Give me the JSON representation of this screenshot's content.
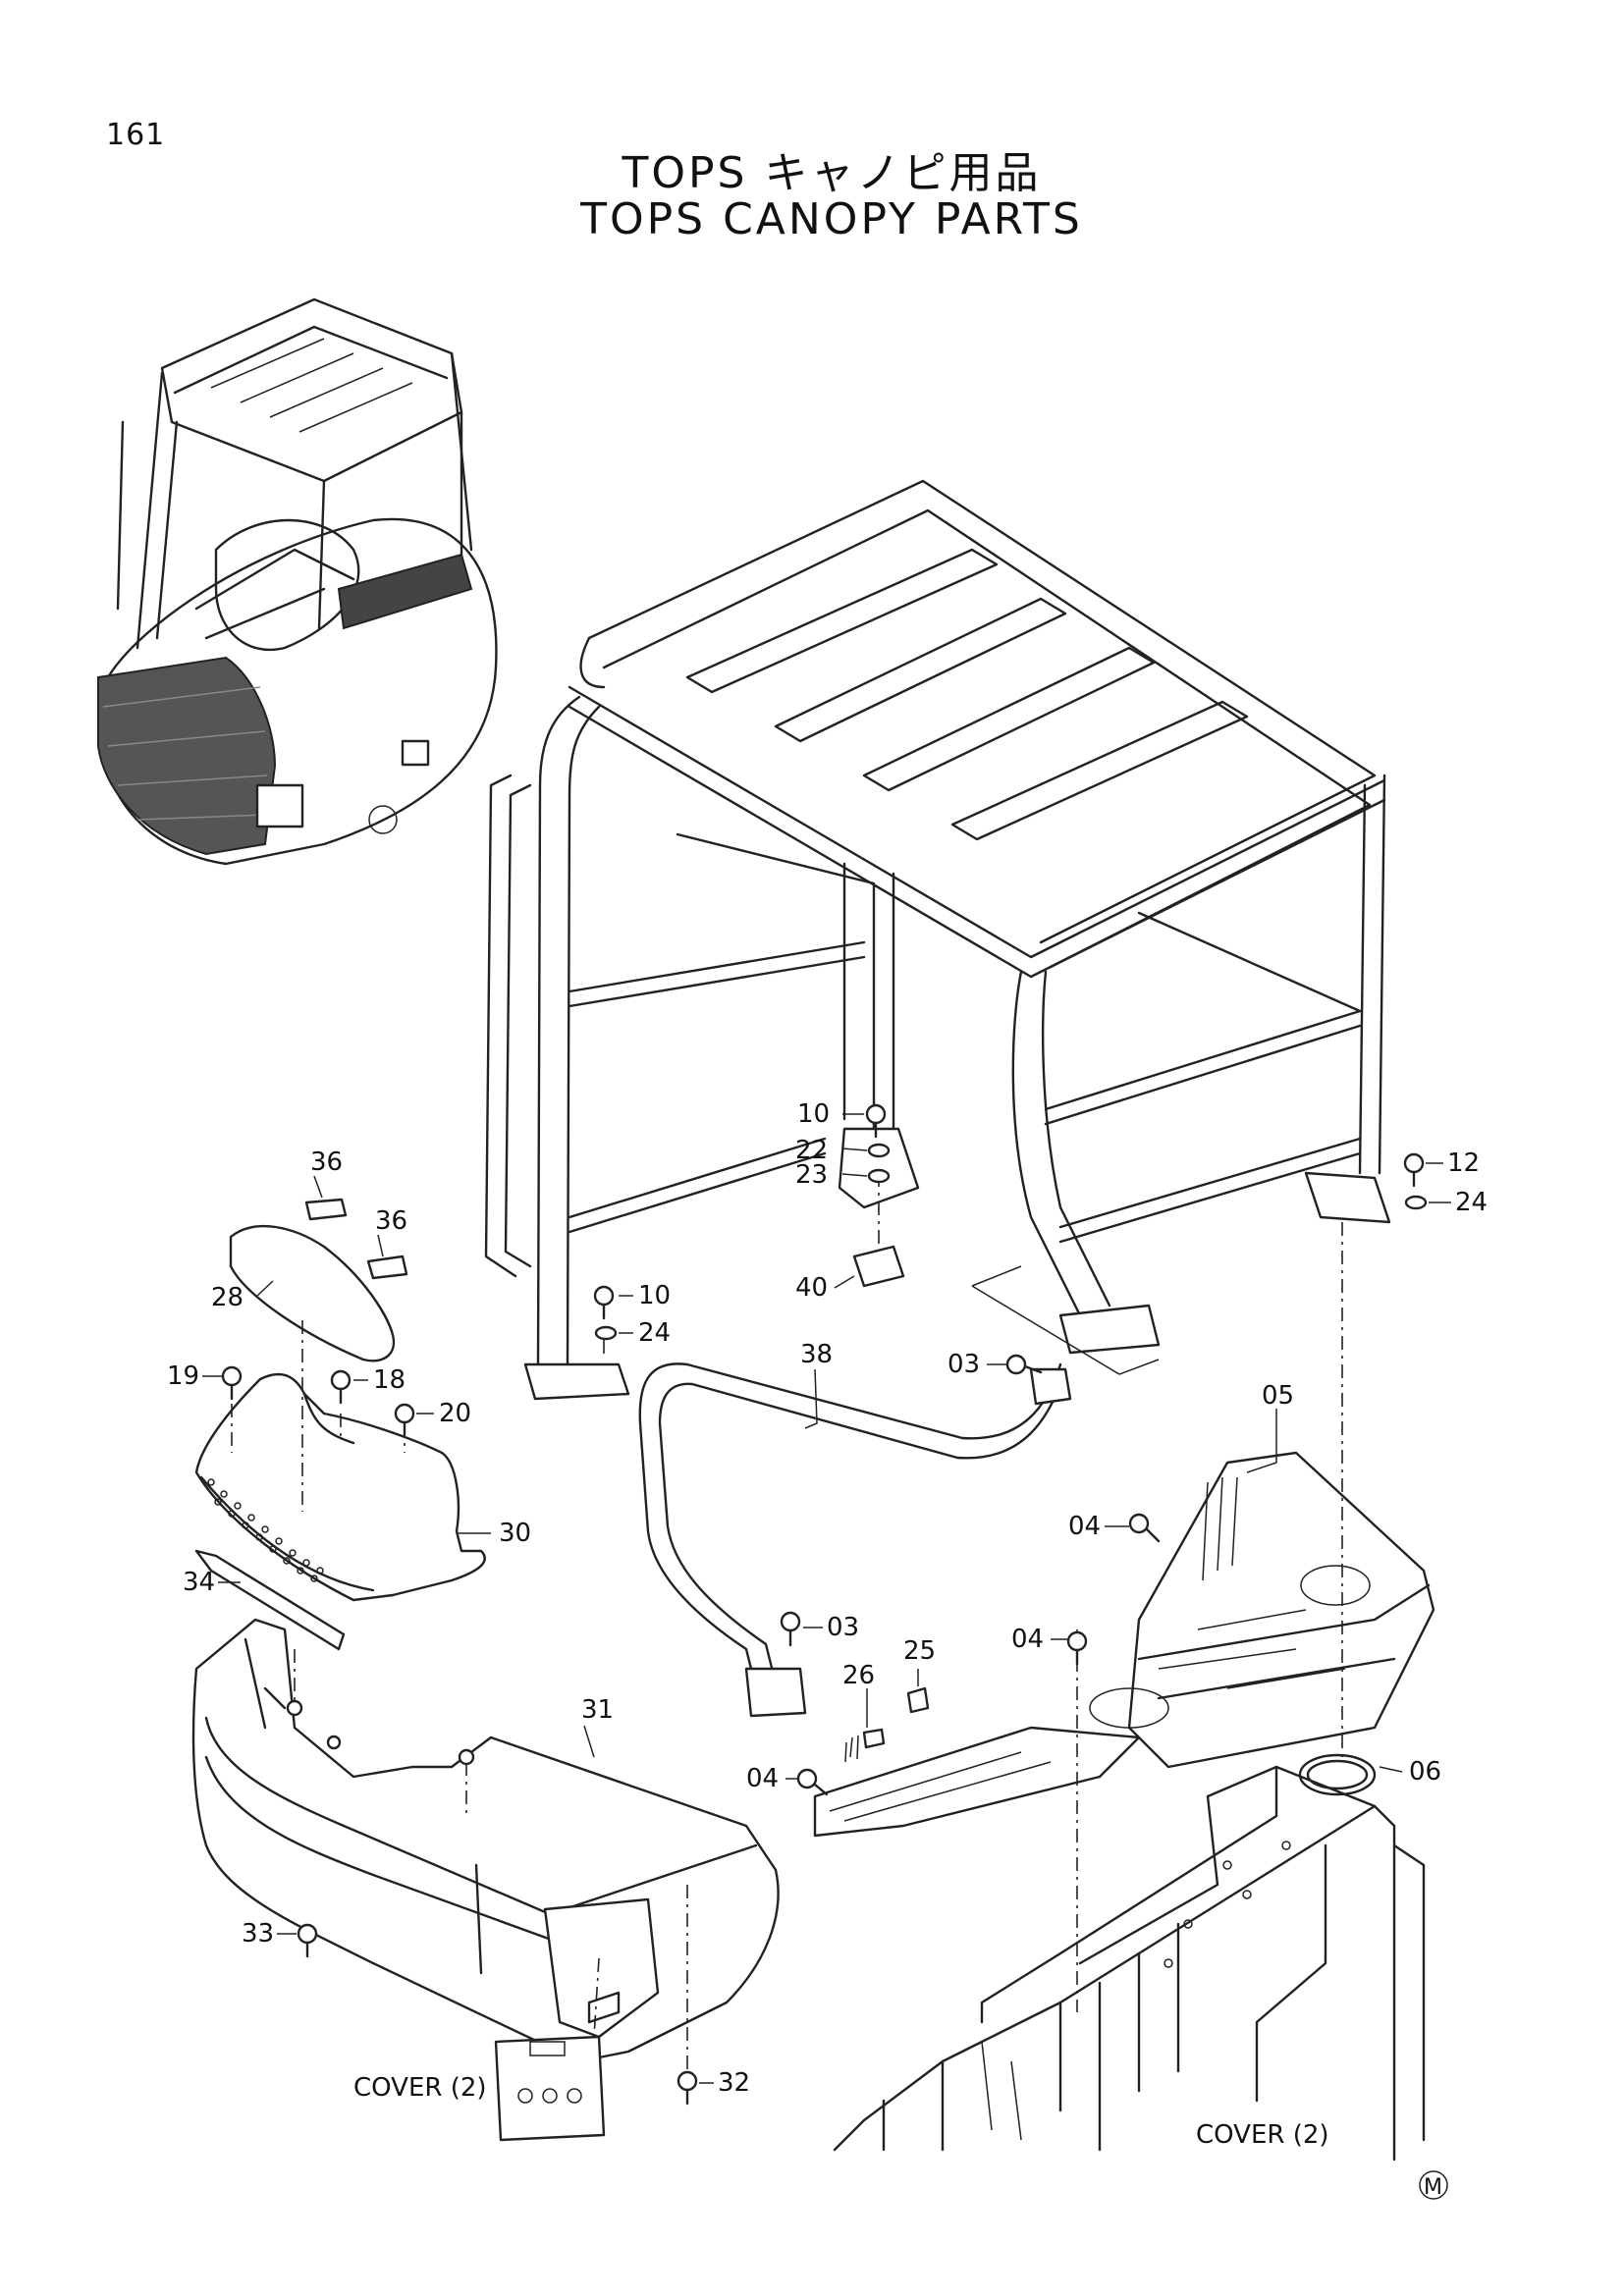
{
  "page_number": "161",
  "title_jp": "TOPS キャノピ用品",
  "title_en": "TOPS CANOPY PARTS",
  "callouts": {
    "c36a": "36",
    "c36b": "36",
    "c28": "28",
    "c19": "19",
    "c18": "18",
    "c20": "20",
    "c30": "30",
    "c34": "34",
    "c31": "31",
    "c33": "33",
    "c32": "32",
    "c10a": "10",
    "c22": "22",
    "c23": "23",
    "c40": "40",
    "c10b": "10",
    "c24a": "24",
    "c12": "12",
    "c24b": "24",
    "c38": "38",
    "c03a": "03",
    "c03b": "03",
    "c05": "05",
    "c04a": "04",
    "c04b": "04",
    "c04c": "04",
    "c25": "25",
    "c26": "26",
    "c06": "06"
  },
  "cover_label_left": "COVER (2)",
  "cover_label_right": "COVER (2)",
  "mark": "M"
}
